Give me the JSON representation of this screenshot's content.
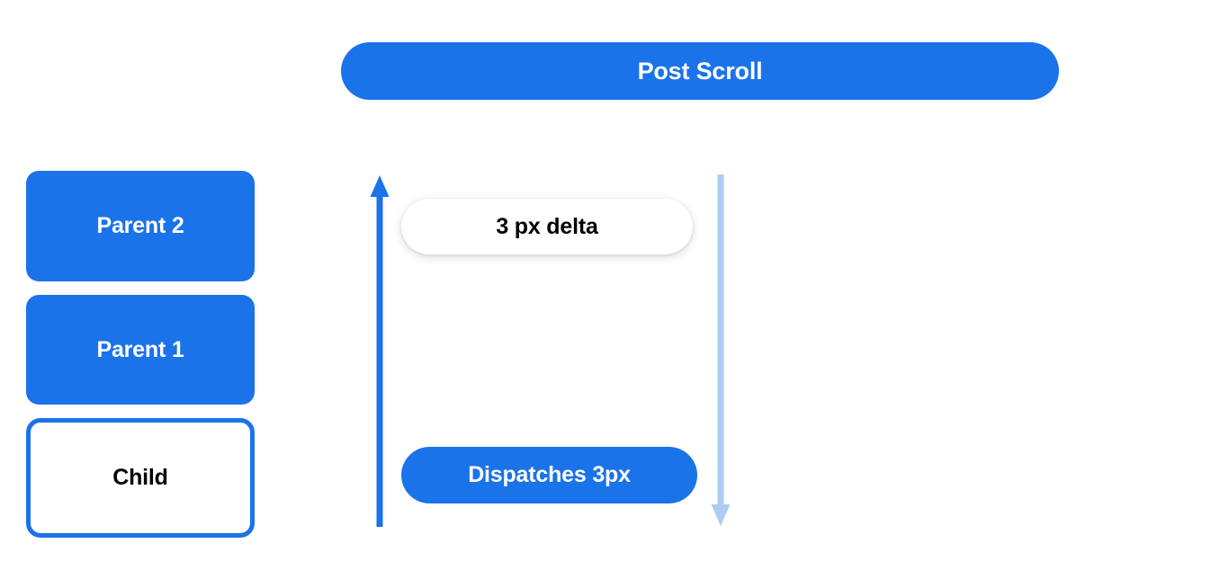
{
  "banner": {
    "label": "Post Scroll",
    "background_color": "#1a73e8",
    "text_color": "#ffffff"
  },
  "scroll_chain": {
    "nodes": [
      {
        "label": "Parent 2",
        "style": "filled",
        "fill": "#1a73e8",
        "text_color": "#ffffff"
      },
      {
        "label": "Parent 1",
        "style": "filled",
        "fill": "#1a73e8",
        "text_color": "#ffffff"
      },
      {
        "label": "Child",
        "style": "outlined",
        "fill": "#ffffff",
        "border_color": "#1a73e8",
        "text_color": "#000000"
      }
    ]
  },
  "flow": {
    "up_arrow": {
      "name": "bubble-up-arrow",
      "direction": "up",
      "color": "#1a73e8"
    },
    "down_arrow": {
      "name": "propagate-down-arrow",
      "direction": "down",
      "color": "#aecbf4"
    },
    "pills": [
      {
        "label": "3 px delta",
        "fill": "#ffffff",
        "text_color": "#000000"
      },
      {
        "label": "Dispatches 3px",
        "fill": "#1a73e8",
        "text_color": "#ffffff"
      }
    ]
  },
  "page": {
    "background_color": "#ffffff"
  }
}
